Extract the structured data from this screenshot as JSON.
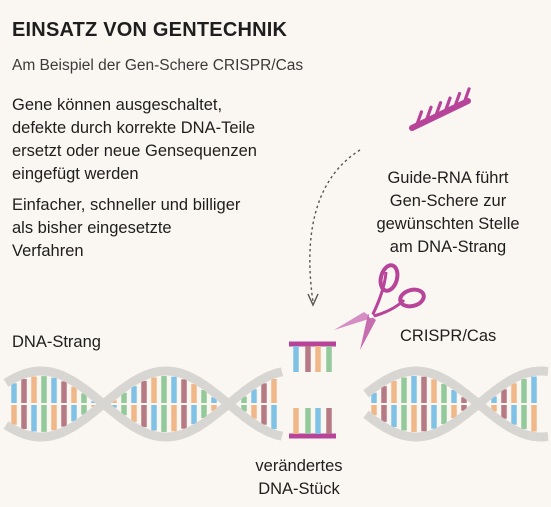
{
  "title": "EINSATZ VON GENTECHNIK",
  "subtitle": "Am Beispiel der Gen-Schere CRISPR/Cas",
  "paragraphs": {
    "p1": [
      "Gene können ausgeschaltet,",
      "defekte durch korrekte DNA-Teile",
      "ersetzt oder neue Gensequenzen",
      "eingefügt werden"
    ],
    "p2": [
      "Einfacher, schneller und billiger",
      "als bisher eingesetzte",
      "Verfahren"
    ]
  },
  "labels": {
    "guide_rna": [
      "Guide-RNA führt",
      "Gen-Schere zur",
      "gewünschten Stelle",
      "am DNA-Strang"
    ],
    "crispr": "CRISPR/Cas",
    "dna_strand": "DNA-Strang",
    "changed_piece": [
      "verändertes",
      "DNA-Stück"
    ]
  },
  "colors": {
    "magenta": "#b8449a",
    "strand_gray": "#d8d6d2",
    "base_palette": [
      "#7fc2e6",
      "#b57a84",
      "#f0b788",
      "#93c99b"
    ]
  },
  "icons": [
    "guide-rna-comb-icon",
    "scissors-icon",
    "dashed-arrow-icon",
    "dna-helix-icon"
  ]
}
